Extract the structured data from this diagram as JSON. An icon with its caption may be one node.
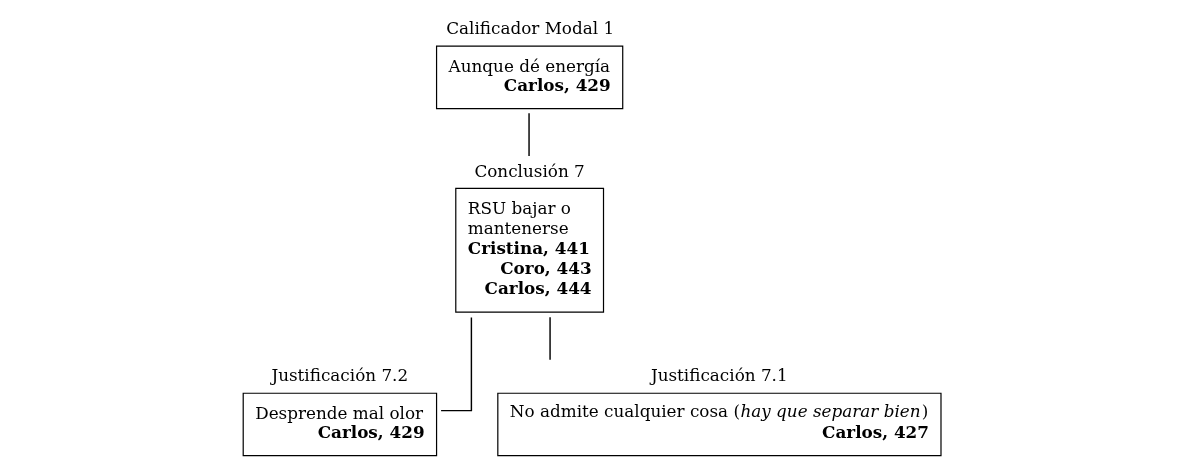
{
  "diagram": {
    "nodes": [
      {
        "text": [
          "Calificador Modal 1",
          "Aunque dé energía",
          "Carlos, 429"
        ]
      },
      {
        "text": [
          "Conclusión 7",
          "RSU bajar o mantenerse",
          "Cristina, 441",
          "Coro, 443",
          "Carlos, 444"
        ]
      },
      {
        "text": [
          "Justificación 7.2",
          "Desprende mal olor",
          "Carlos, 429"
        ]
      },
      {
        "text": [
          "Justificación 7.1",
          "No admite cualquier cosa (*hay que separar bien*)",
          "Carlos, 427"
        ]
      }
    ],
    "edges": [
      {
        "from": 0,
        "to": 1,
        "arrow": "none"
      },
      {
        "from": 2,
        "to": 1,
        "arrow": "none"
      },
      {
        "from": 3,
        "to": 1,
        "arrow": "none"
      }
    ]
  }
}
